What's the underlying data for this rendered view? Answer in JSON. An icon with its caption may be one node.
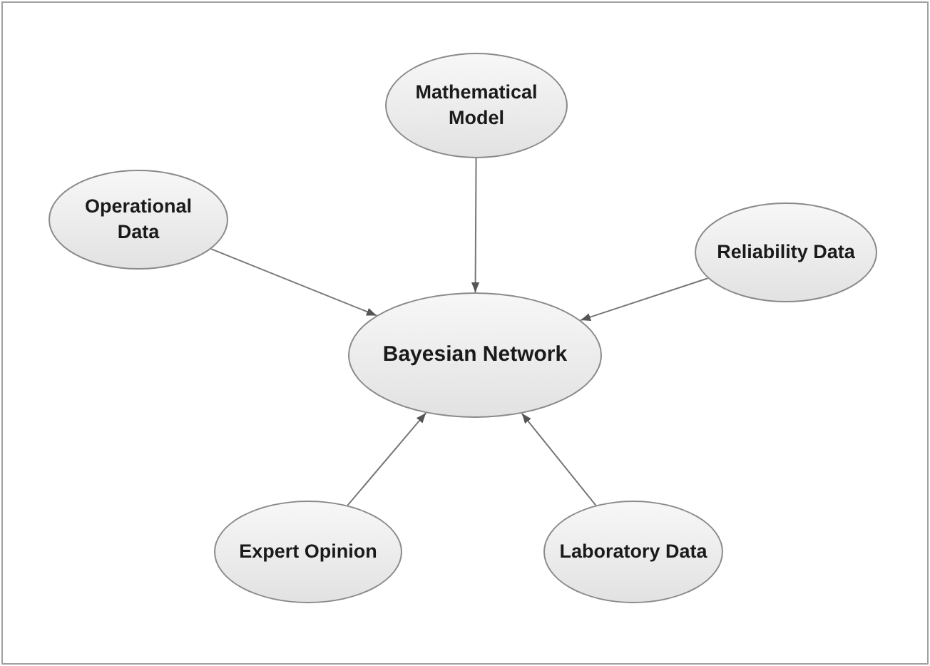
{
  "diagram": {
    "nodes": [
      {
        "text": [
          "Mathematical Model"
        ]
      },
      {
        "text": [
          "Operational Data"
        ]
      },
      {
        "text": [
          "Reliability Data"
        ]
      },
      {
        "text": [
          "Bayesian Network"
        ]
      },
      {
        "text": [
          "Expert Opinion"
        ]
      },
      {
        "text": [
          "Laboratory Data"
        ]
      }
    ],
    "edges": [
      {
        "from": 0,
        "to": 3,
        "arrow": "to"
      },
      {
        "from": 1,
        "to": 3,
        "arrow": "to"
      },
      {
        "from": 2,
        "to": 3,
        "arrow": "to"
      },
      {
        "from": 4,
        "to": 3,
        "arrow": "to"
      },
      {
        "from": 5,
        "to": 3,
        "arrow": "to"
      }
    ]
  }
}
